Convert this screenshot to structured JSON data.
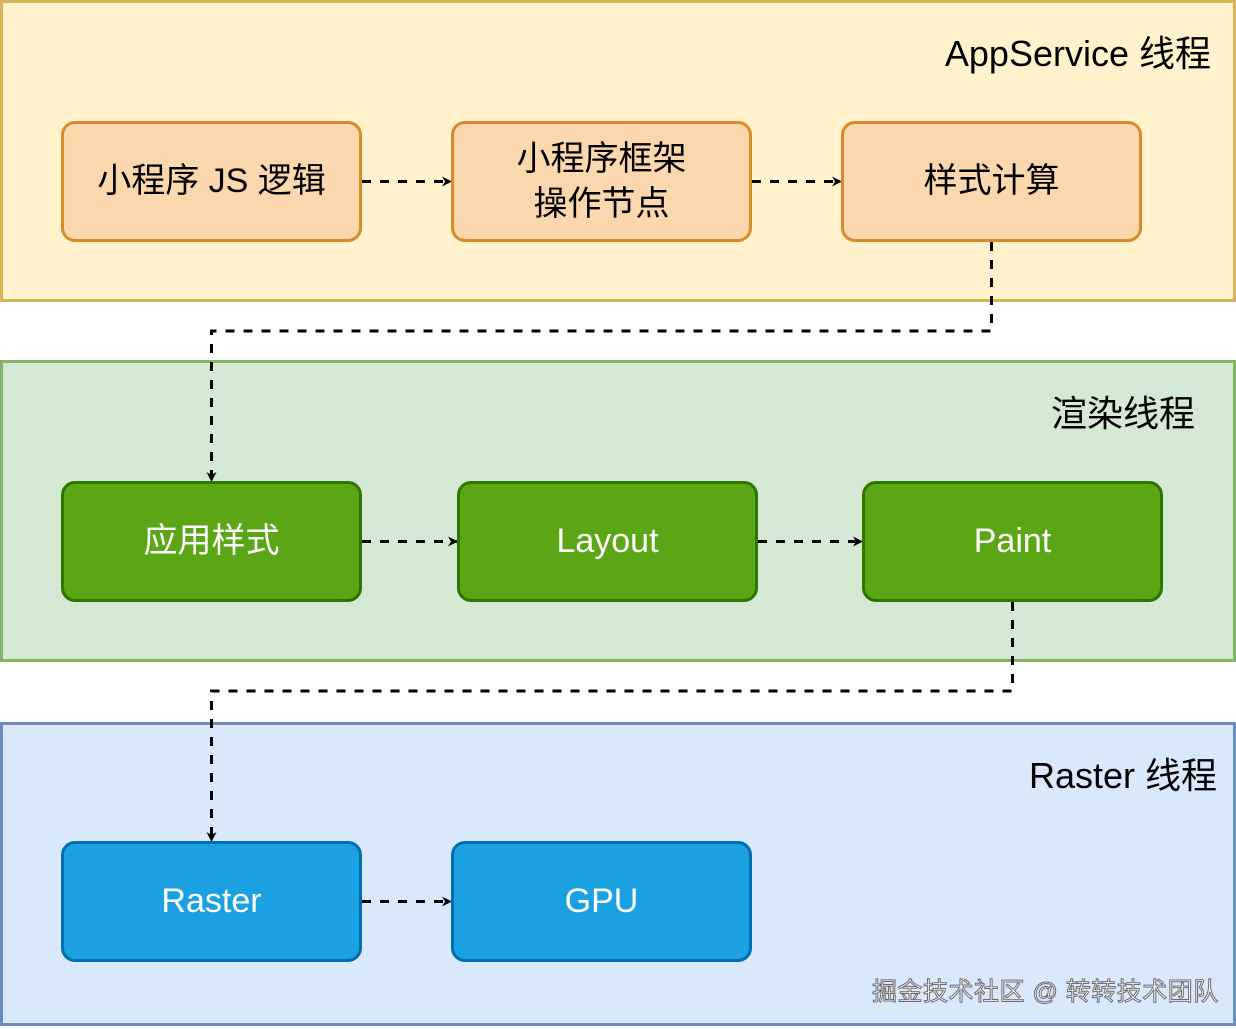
{
  "lanes": [
    {
      "title": "AppService 线程",
      "fill": "#fff2cc",
      "stroke": "#d6b656"
    },
    {
      "title": "渲染线程",
      "fill": "#d5e8d4",
      "stroke": "#82b366"
    },
    {
      "title": "Raster 线程",
      "fill": "#dae8fc",
      "stroke": "#6c8ebf"
    }
  ],
  "nodes": {
    "js_logic": {
      "lines": [
        "小程序 JS 逻辑"
      ]
    },
    "framework_ops": {
      "lines": [
        "小程序框架",
        "操作节点"
      ]
    },
    "style_calc": {
      "lines": [
        "样式计算"
      ]
    },
    "apply_style": {
      "lines": [
        "应用样式"
      ]
    },
    "layout": {
      "lines": [
        "Layout"
      ]
    },
    "paint": {
      "lines": [
        "Paint"
      ]
    },
    "raster": {
      "lines": [
        "Raster"
      ]
    },
    "gpu": {
      "lines": [
        "GPU"
      ]
    }
  },
  "edges": [
    {
      "from": "js_logic",
      "to": "framework_ops",
      "style": "dashed"
    },
    {
      "from": "framework_ops",
      "to": "style_calc",
      "style": "dashed"
    },
    {
      "from": "style_calc",
      "to": "apply_style",
      "style": "dashed"
    },
    {
      "from": "apply_style",
      "to": "layout",
      "style": "dashed"
    },
    {
      "from": "layout",
      "to": "paint",
      "style": "dashed"
    },
    {
      "from": "paint",
      "to": "raster",
      "style": "dashed"
    },
    {
      "from": "raster",
      "to": "gpu",
      "style": "dashed"
    }
  ],
  "watermark": "掘金技术社区 @ 转转技术团队"
}
